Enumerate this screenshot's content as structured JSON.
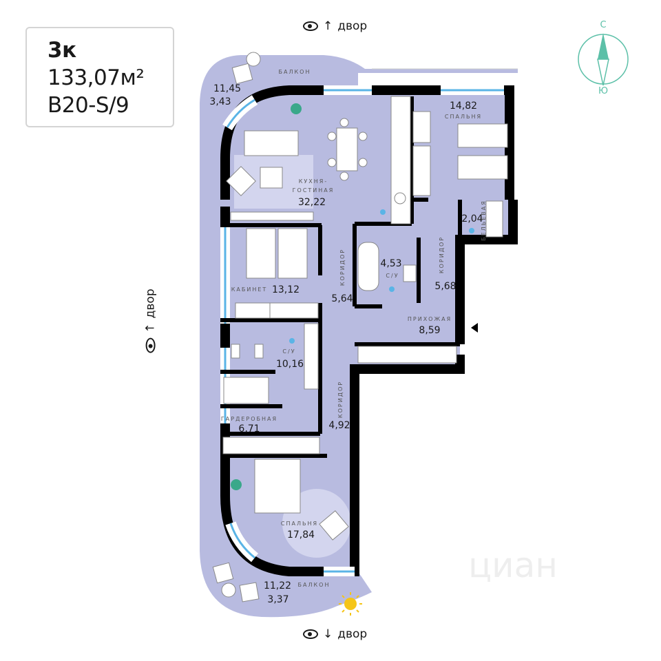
{
  "info": {
    "rooms": "3к",
    "area": "133,07м²",
    "code": "B20-S/9"
  },
  "views": {
    "top": "двор",
    "left": "двор",
    "bottom": "двор",
    "top_arrow": "↑",
    "left_arrow": "↑",
    "bottom_arrow": "↓",
    "icon": "eye-icon"
  },
  "compass": {
    "north": "С",
    "south": "Ю",
    "color": "#5cc0a8"
  },
  "colors": {
    "room": "#b8bbe0",
    "wall": "#000000",
    "window": "#5ab4e6",
    "sun": "#f5c518",
    "plant": "#3aa88a"
  },
  "rooms": [
    {
      "id": "balcony-top",
      "label": "БАЛКОН",
      "area": "11,45",
      "area2": "3,43"
    },
    {
      "id": "kitchen-living",
      "label1": "КУХНЯ-",
      "label2": "ГОСТИНАЯ",
      "area": "32,22"
    },
    {
      "id": "bedroom-1",
      "label": "СПАЛЬНЯ",
      "area": "14,82"
    },
    {
      "id": "linen",
      "label": "БЕЛЬЕВАЯ",
      "area": "2,04"
    },
    {
      "id": "corridor-1",
      "label": "КОРИДОР",
      "area": "5,64"
    },
    {
      "id": "bathroom-1",
      "label": "С/У",
      "area": "4,53"
    },
    {
      "id": "corridor-2",
      "label": "КОРИДОР",
      "area": "5,68"
    },
    {
      "id": "hall",
      "label": "ПРИХОЖАЯ",
      "area": "8,59"
    },
    {
      "id": "study",
      "label": "КАБИНЕТ",
      "area": "13,12"
    },
    {
      "id": "bathroom-2",
      "label": "С/У",
      "area": "10,16"
    },
    {
      "id": "wardrobe",
      "label": "ГАРДЕРОБНАЯ",
      "area": "6,71"
    },
    {
      "id": "corridor-3",
      "label": "КОРИДОР",
      "area": "4,92"
    },
    {
      "id": "bedroom-2",
      "label": "СПАЛЬНЯ",
      "area": "17,84"
    },
    {
      "id": "balcony-bottom",
      "label": "БАЛКОН",
      "area": "11,22",
      "area2": "3,37"
    }
  ],
  "watermark": "циан"
}
